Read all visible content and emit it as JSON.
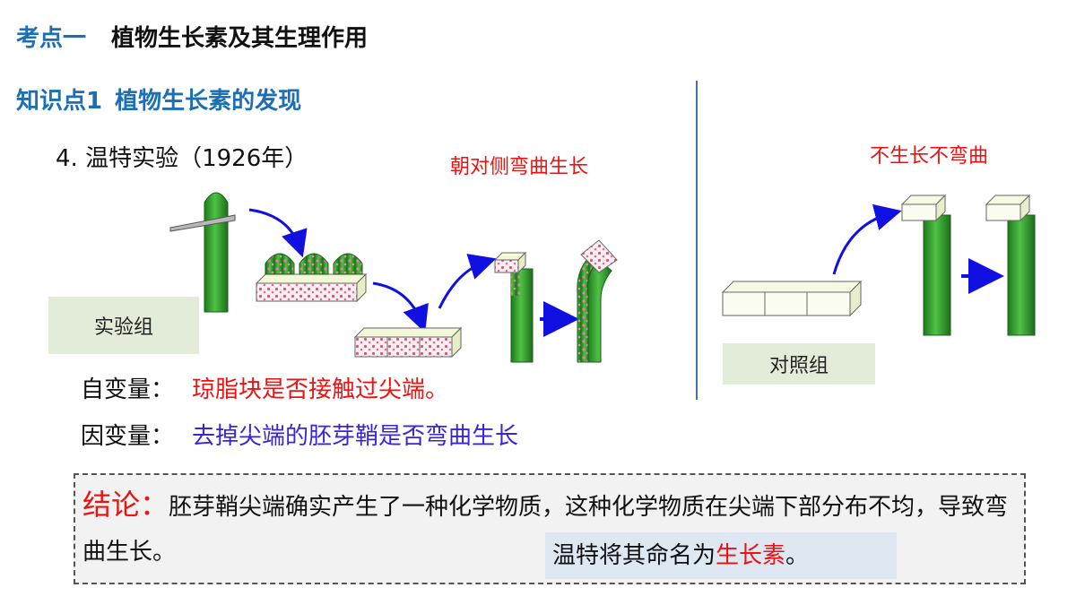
{
  "header": {
    "kaodian": "考点一",
    "topic": "植物生长素及其生理作用"
  },
  "knowledge": {
    "label": "知识点1",
    "title": "植物生长素的发现"
  },
  "experiment": {
    "title": "4. 温特实验（1926年）"
  },
  "captions": {
    "left": "朝对侧弯曲生长",
    "right": "不生长不弯曲"
  },
  "groups": {
    "experimental": "实验组",
    "control": "对照组"
  },
  "variables": {
    "independent_label": "自变量：",
    "independent_value": "琼脂块是否接触过尖端。",
    "dependent_label": "因变量：",
    "dependent_value": "去掉尖端的胚芽鞘是否弯曲生长"
  },
  "conclusion": {
    "label": "结论：",
    "text": "胚芽鞘尖端确实产生了一种化学物质，这种化学物质在尖端下部分布不均，导致弯曲生长。",
    "naming_prefix": "温特将其命名为",
    "naming_highlight": "生长素",
    "naming_suffix": "。"
  },
  "colors": {
    "title_blue": "#1a6fb5",
    "red": "#ee1111",
    "purple_blue": "#3a24d8",
    "tag_bg": "#e3ecd9",
    "stem_green": "#3aa536",
    "arrow_blue": "#1010e0",
    "divider": "#4b6db5"
  }
}
